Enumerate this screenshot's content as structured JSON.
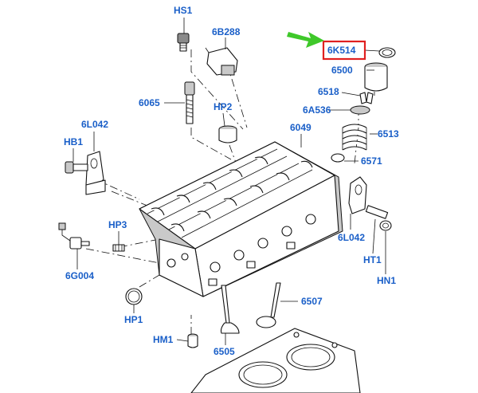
{
  "colors": {
    "label": "#1a5fc8",
    "highlight_box": "#e02020",
    "arrow": "#3fc82a",
    "line": "#111111"
  },
  "callouts": [
    {
      "id": "hs1",
      "text": "HS1",
      "highlighted": false
    },
    {
      "id": "6b288",
      "text": "6B288",
      "highlighted": false
    },
    {
      "id": "6k514",
      "text": "6K514",
      "highlighted": true
    },
    {
      "id": "6500",
      "text": "6500",
      "highlighted": false
    },
    {
      "id": "6518",
      "text": "6518",
      "highlighted": false
    },
    {
      "id": "6a536",
      "text": "6A536",
      "highlighted": false
    },
    {
      "id": "6065",
      "text": "6065",
      "highlighted": false
    },
    {
      "id": "hp2",
      "text": "HP2",
      "highlighted": false
    },
    {
      "id": "6l042-left",
      "text": "6L042",
      "highlighted": false
    },
    {
      "id": "6049",
      "text": "6049",
      "highlighted": false
    },
    {
      "id": "6513",
      "text": "6513",
      "highlighted": false
    },
    {
      "id": "hb1",
      "text": "HB1",
      "highlighted": false
    },
    {
      "id": "6571",
      "text": "6571",
      "highlighted": false
    },
    {
      "id": "hp3",
      "text": "HP3",
      "highlighted": false
    },
    {
      "id": "6l042-right",
      "text": "6L042",
      "highlighted": false
    },
    {
      "id": "ht1",
      "text": "HT1",
      "highlighted": false
    },
    {
      "id": "6g004",
      "text": "6G004",
      "highlighted": false
    },
    {
      "id": "hn1",
      "text": "HN1",
      "highlighted": false
    },
    {
      "id": "6507",
      "text": "6507",
      "highlighted": false
    },
    {
      "id": "hp1",
      "text": "HP1",
      "highlighted": false
    },
    {
      "id": "hm1",
      "text": "HM1",
      "highlighted": false
    },
    {
      "id": "6505",
      "text": "6505",
      "highlighted": false
    }
  ]
}
